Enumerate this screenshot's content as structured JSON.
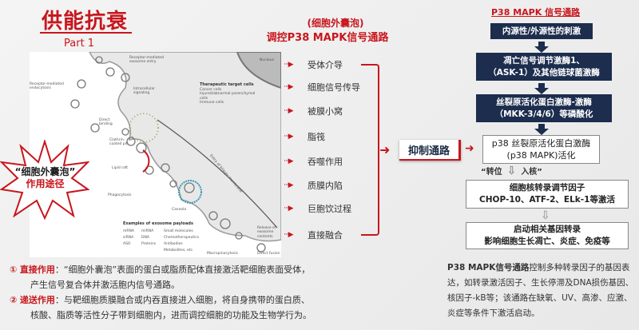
{
  "header": {
    "title": "供能抗衰",
    "part": "Part 1"
  },
  "starburst": {
    "line1": "“细胞外囊泡”",
    "line2": "作用途径"
  },
  "diagram": {
    "labels": [
      "Receptor-mediated exosome entry",
      "Receptor-mediated endocytosis",
      "Intracellular signaling",
      "Direct binding",
      "Clathrin-coated pit",
      "Lipid raft",
      "Phagocytosis",
      "Caveola",
      "Macropinocytosis",
      "Direct fusion",
      "Release of exosome contents",
      "Nucleus",
      "Entry of bilayer membrane"
    ],
    "target_title": "Therapeutic target cells",
    "target_items": [
      "Cancer cells",
      "Injured/abnormal parenchymal cells",
      "Immune cells"
    ],
    "payload_title": "Examples of exosome payloads",
    "payload_cols": [
      [
        "mRNA",
        "siRNA",
        "ASO"
      ],
      [
        "miRNA",
        "DNA",
        "Proteins"
      ],
      [
        "Small molecules",
        "Chemotherapeutics",
        "Antibodies",
        "Metabolites, etc."
      ]
    ]
  },
  "center": {
    "title1": "(细胞外囊泡)",
    "title2": "调控P38 MAPK信号通路",
    "routes": [
      "受体介导",
      "细胞信号传导",
      "被膜小窝",
      "脂筏",
      "吞噬作用",
      "质膜内陷",
      "巨胞饮过程",
      "直接融合"
    ],
    "inhibit": "抑制通路"
  },
  "pathway": {
    "title": "P38 MAPK 信号通路",
    "steps": [
      [
        "内源性/外源性的刺激"
      ],
      [
        "凋亡信号调节激酶1、",
        "（ASK-1）及其他链球菌激酶"
      ],
      [
        "丝裂原活化蛋白激酶-激酶",
        "（MKK-3/4/6）等磷酸化"
      ],
      [
        "p38 丝裂原活化蛋白激酶",
        "(p38 MAPK)活化"
      ],
      [
        "细胞核转录调节因子",
        "CHOP-10、ATF-2、ELk-1等激活"
      ],
      [
        "启动相关基因转录",
        "影响细胞生长凋亡、炎症、免疫等"
      ]
    ],
    "transloc_left": "“转位",
    "transloc_right": "入核”"
  },
  "notes": [
    {
      "num": "①",
      "label": "直接作用",
      "text": "：“细胞外囊泡”表面的蛋白或脂质配体直接激活靶细胞表面受体，",
      "text2": "产生信号复合体并激活胞内信号通路。"
    },
    {
      "num": "②",
      "label": "递送作用",
      "text": "：与靶细胞质膜融合或内吞直接进入细胞，将自身携带的蛋白质、",
      "text2": "核酸、脂质等活性分子带到细胞内，进而调控细胞的功能及生物学行为。"
    }
  ],
  "right_note": {
    "bold": "P38 MAPK信号通路",
    "text": "控制多种转录因子的基因表达，如转录激活因子、生长停滞及DNA损伤基因、核因子-kB等；该通路在缺氧、UV、高渗、应激、炎症等条件下激活启动。"
  },
  "colors": {
    "red": "#c8161d",
    "navy": "#1c2d4e"
  }
}
